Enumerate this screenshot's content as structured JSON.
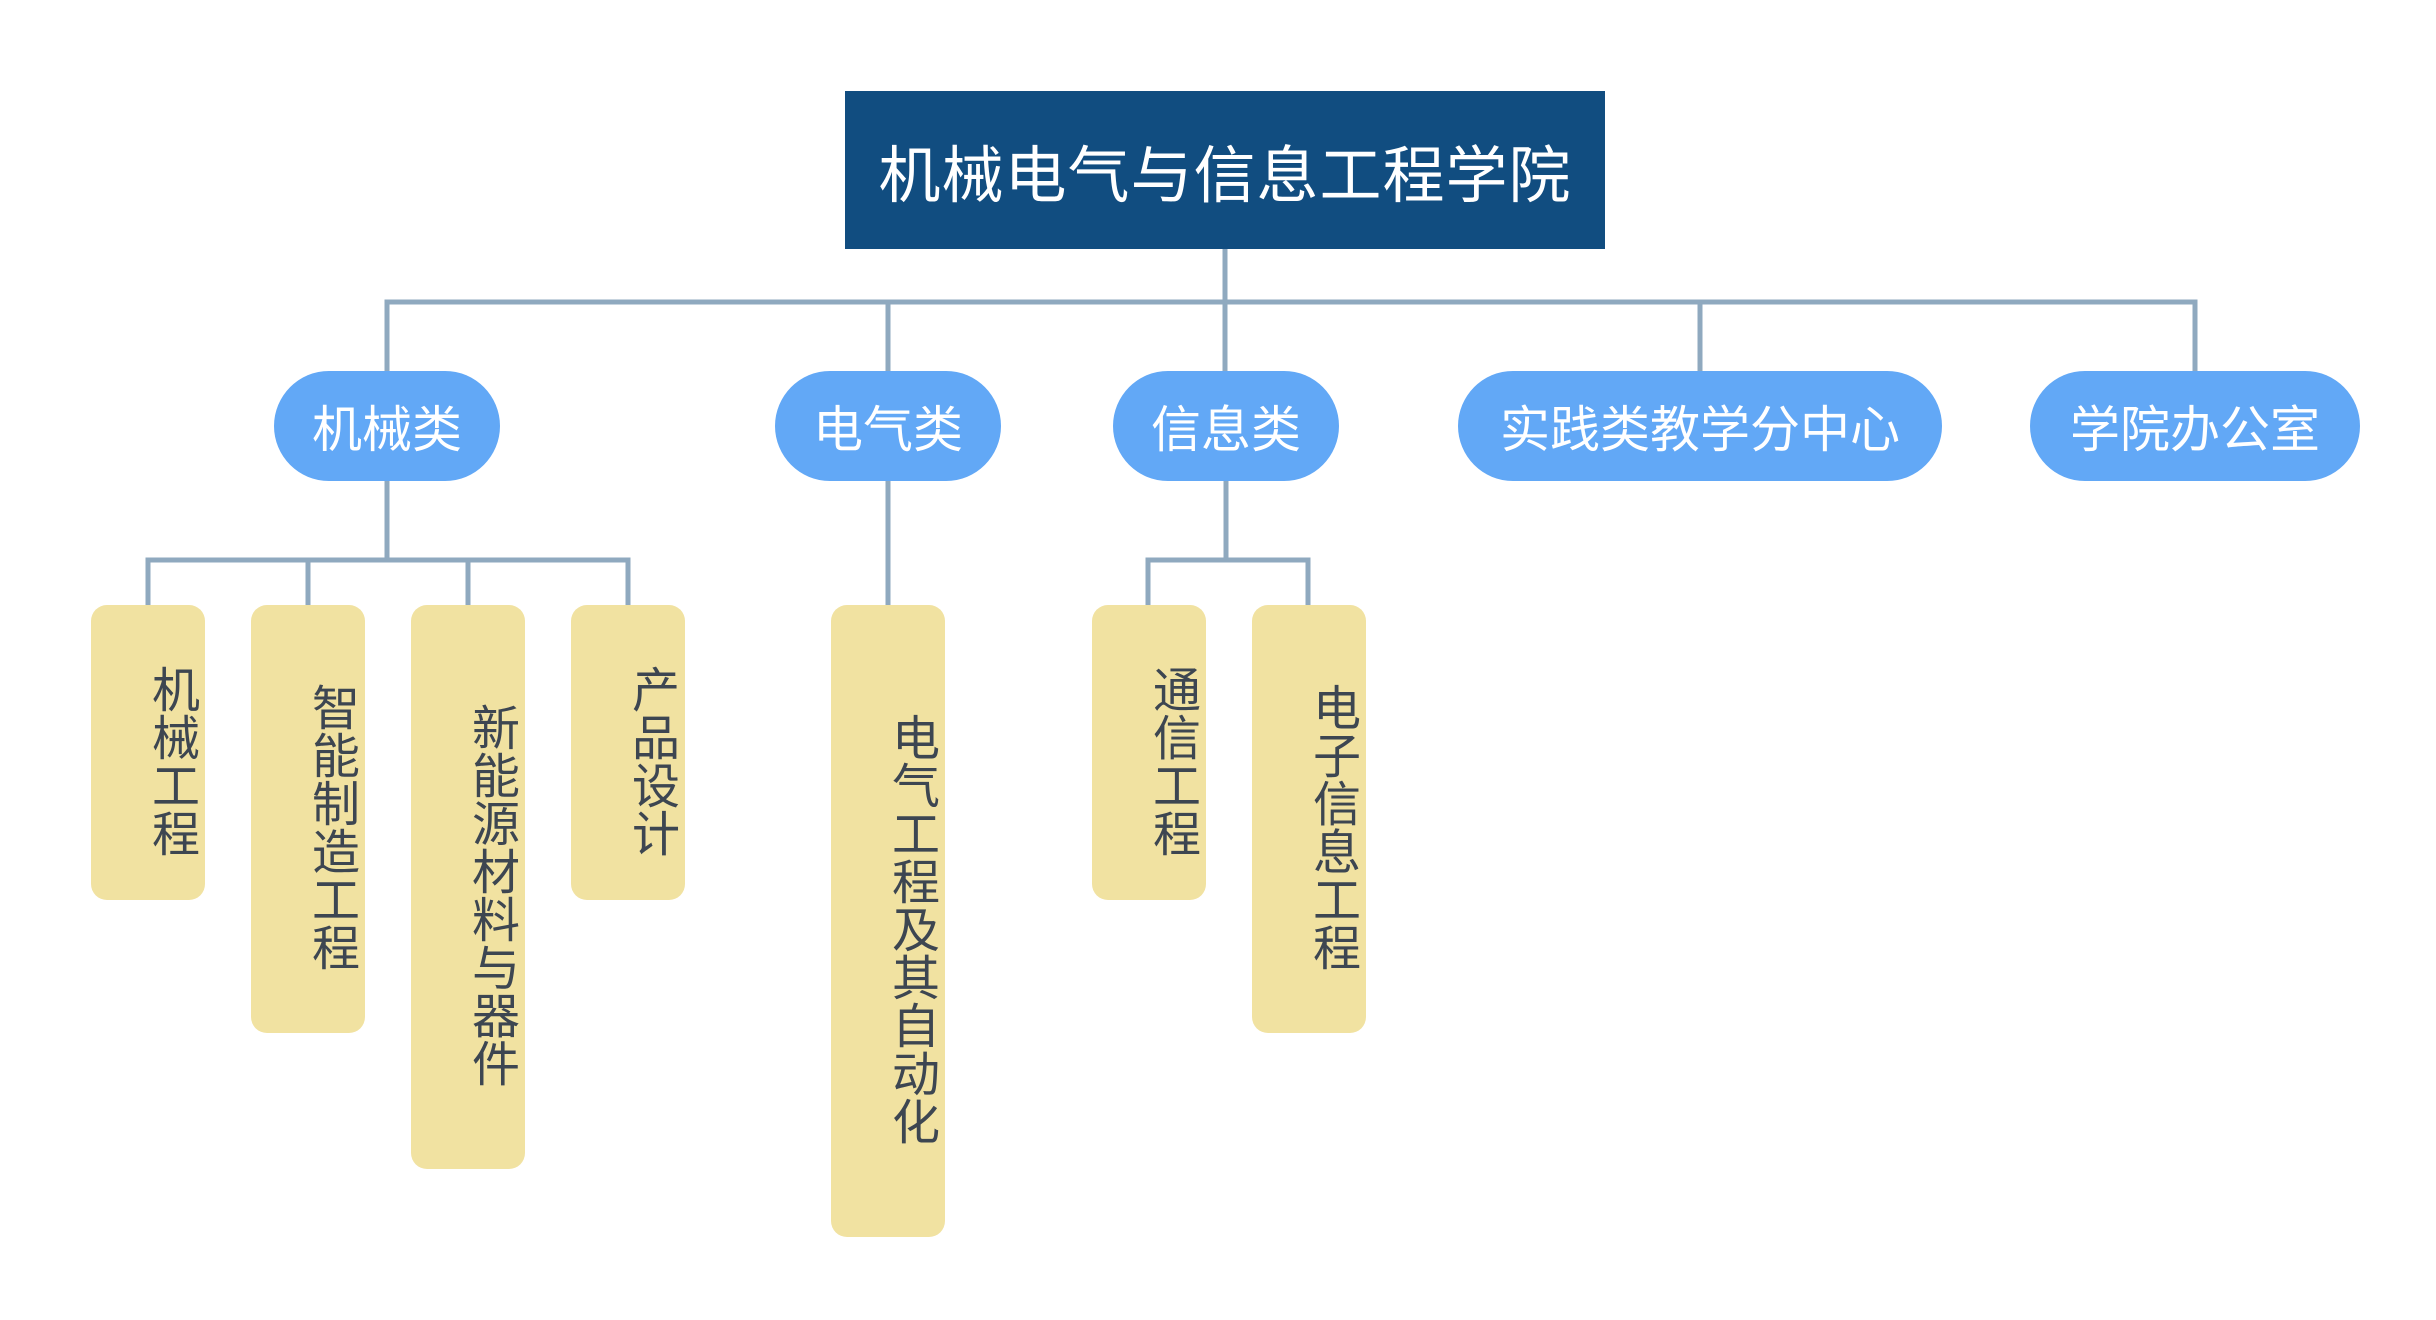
{
  "root": {
    "label": "机械电气与信息工程学院"
  },
  "categories": [
    {
      "label": "机械类"
    },
    {
      "label": "电气类"
    },
    {
      "label": "信息类"
    },
    {
      "label": "实践类教学分中心"
    },
    {
      "label": "学院办公室"
    }
  ],
  "leaves": [
    {
      "parent": "机械类",
      "label": "机械工程"
    },
    {
      "parent": "机械类",
      "label": "智能制造工程"
    },
    {
      "parent": "机械类",
      "label": "新能源材料与器件"
    },
    {
      "parent": "机械类",
      "label": "产品设计"
    },
    {
      "parent": "电气类",
      "label": "电气工程及其自动化"
    },
    {
      "parent": "信息类",
      "label": "通信工程"
    },
    {
      "parent": "信息类",
      "label": "电子信息工程"
    }
  ],
  "colors": {
    "root_fill": "#114d80",
    "category_fill": "#62a8f6",
    "leaf_fill": "#f1e2a1",
    "connector": "#8fa9bf",
    "leaf_text": "#3d4651"
  }
}
